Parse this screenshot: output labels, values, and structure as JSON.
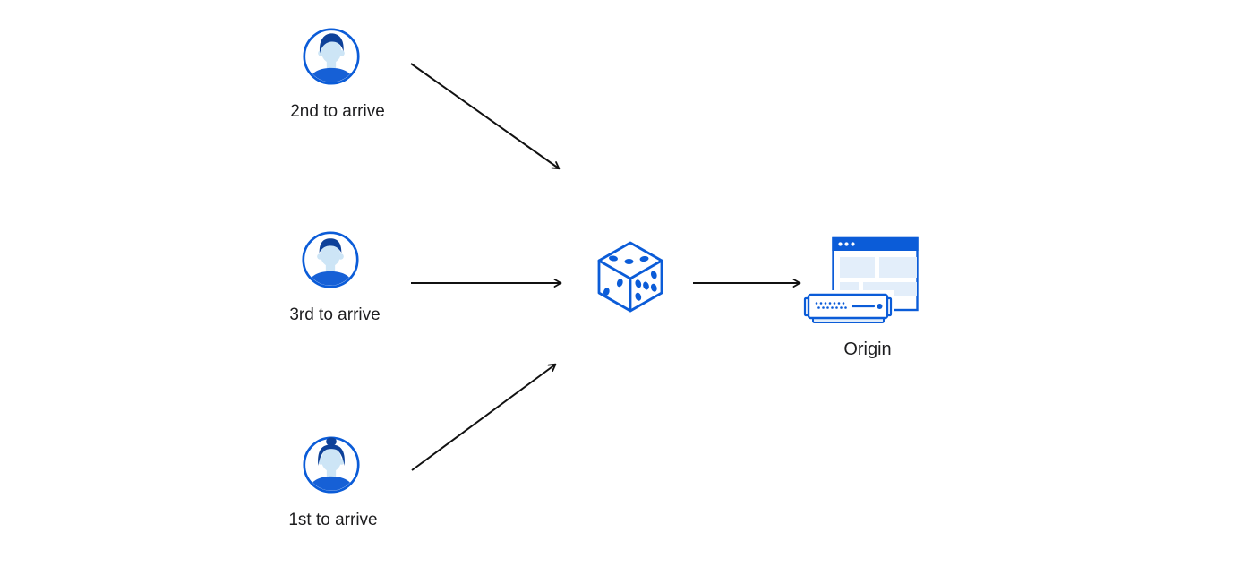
{
  "colors": {
    "accent": "#0b5cd8",
    "hair": "#0e4199",
    "face": "#cde5f6",
    "shirt": "#1660d6",
    "panel": "#e3eefa",
    "text": "#1d1d1f",
    "arrow": "#111111",
    "canvas": "#ffffff"
  },
  "diagram": {
    "nodes": {
      "visitor_top": {
        "label": "2nd to arrive",
        "icon": "user-avatar-male-swept-hair"
      },
      "visitor_middle": {
        "label": "3rd to arrive",
        "icon": "user-avatar-male-short-hair"
      },
      "visitor_bottom": {
        "label": "1st to arrive",
        "icon": "user-avatar-female-bun"
      },
      "randomizer": {
        "label": "",
        "icon": "dice"
      },
      "origin": {
        "label": "Origin",
        "icon": "origin-server-with-browser"
      }
    },
    "edges": [
      {
        "from": "visitor_top",
        "to": "randomizer"
      },
      {
        "from": "visitor_middle",
        "to": "randomizer"
      },
      {
        "from": "visitor_bottom",
        "to": "randomizer"
      },
      {
        "from": "randomizer",
        "to": "origin"
      }
    ]
  }
}
